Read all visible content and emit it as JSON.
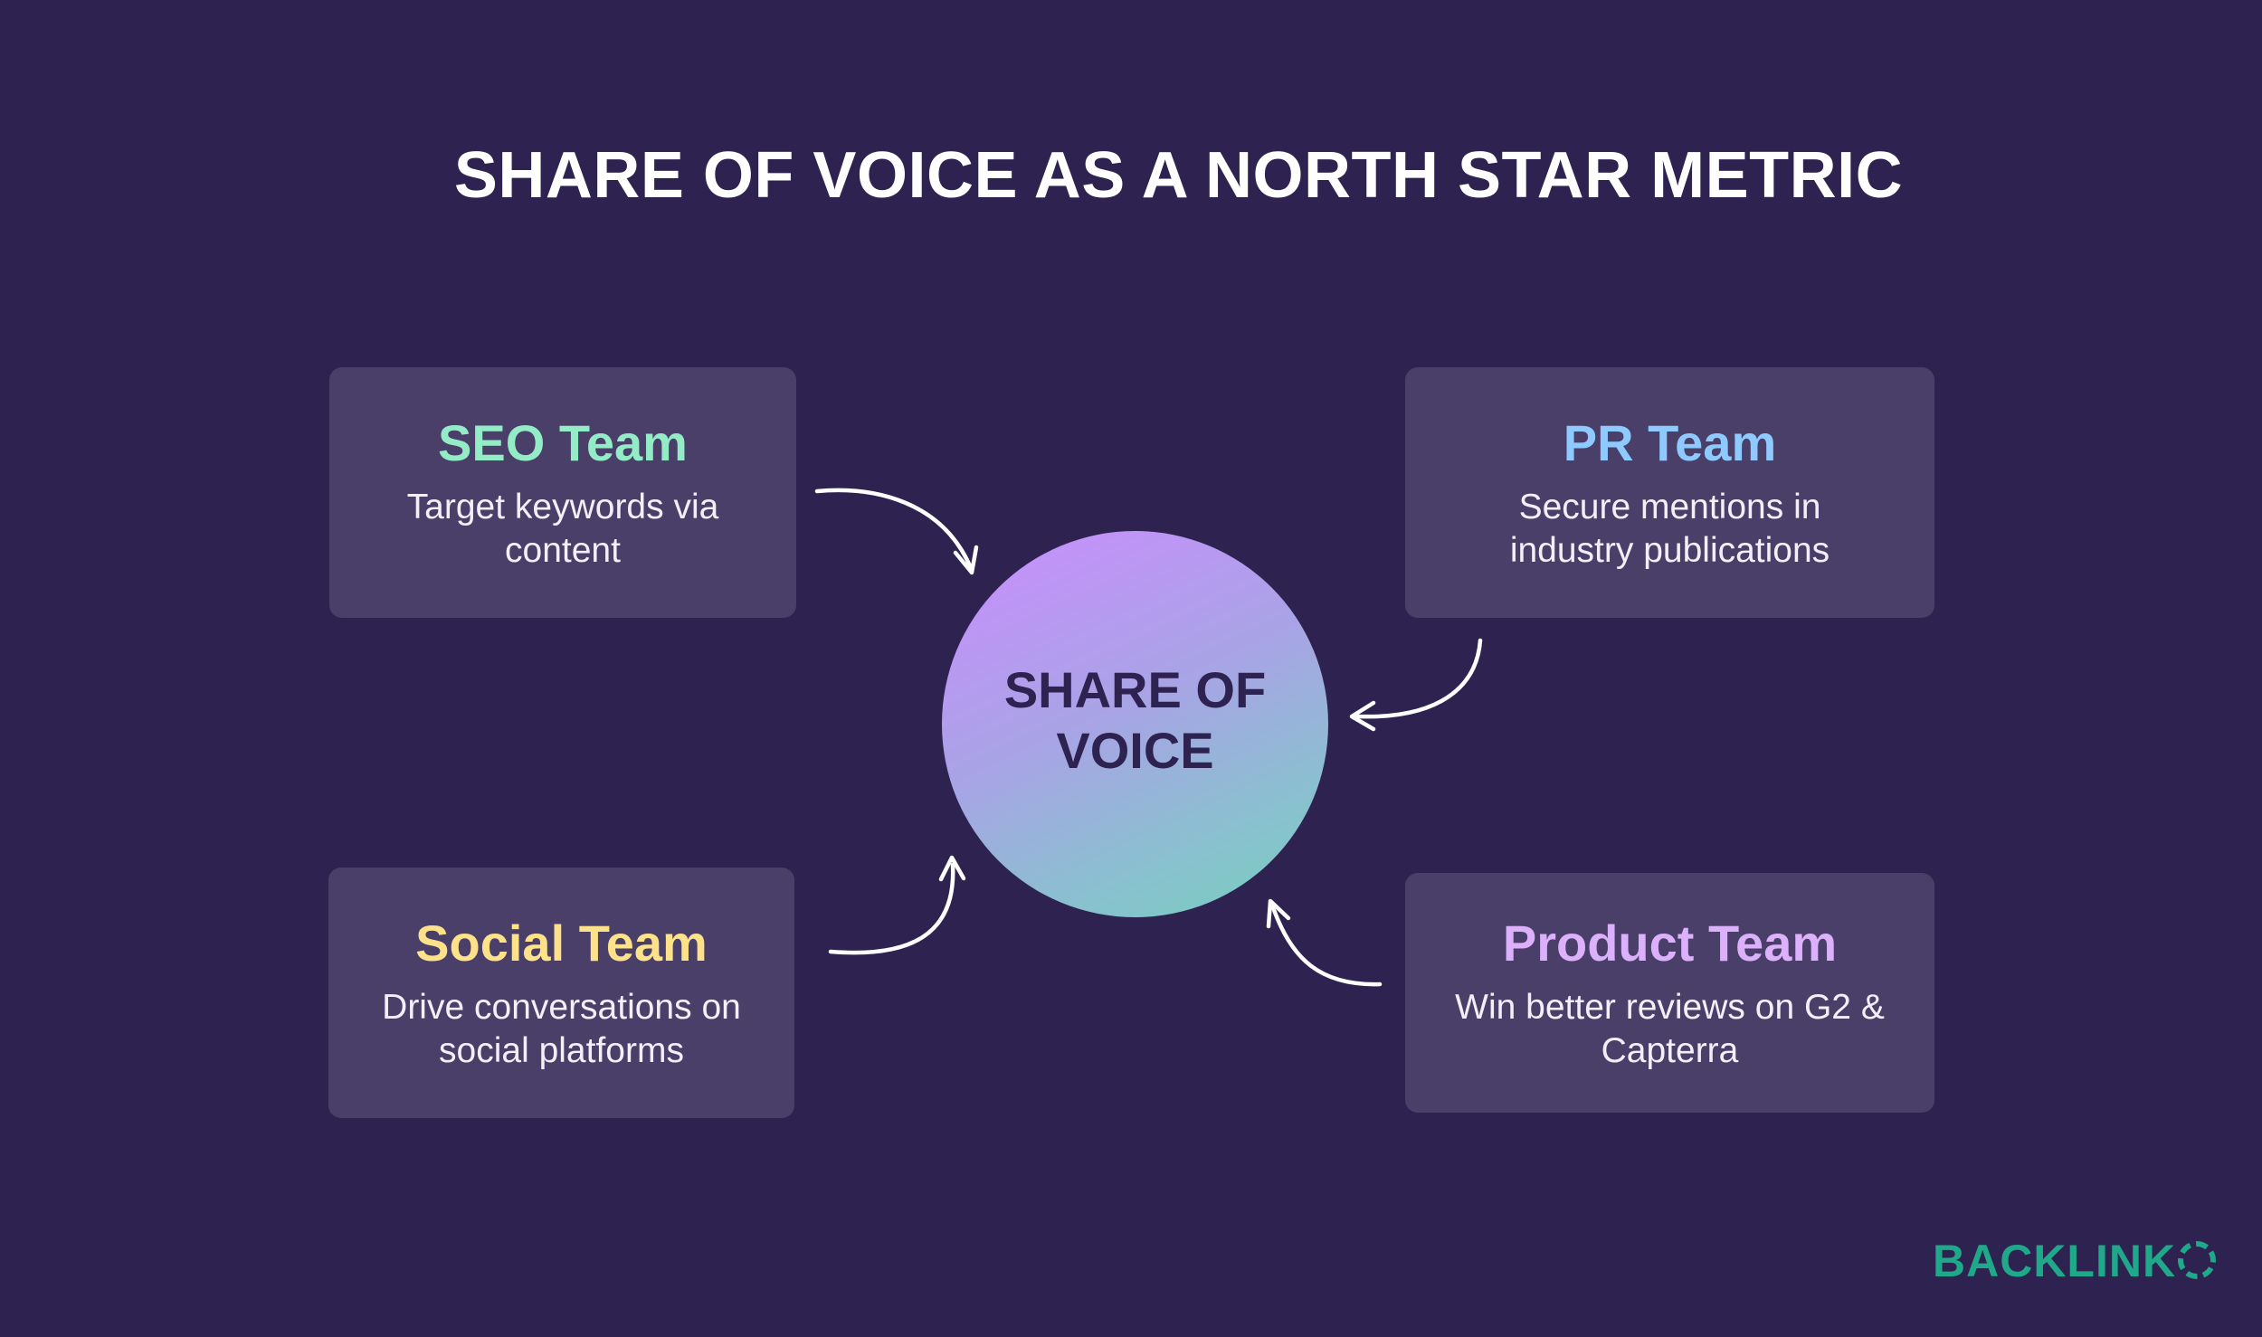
{
  "title": "SHARE OF VOICE AS A NORTH STAR METRIC",
  "center": {
    "label": "SHARE OF\nVOICE"
  },
  "cards": {
    "seo": {
      "title": "SEO Team",
      "description": "Target keywords via content",
      "color": "#94ecc7"
    },
    "pr": {
      "title": "PR Team",
      "description": "Secure mentions in industry publications",
      "color": "#8ec9ff"
    },
    "social": {
      "title": "Social Team",
      "description": "Drive conversations on social platforms",
      "color": "#fde28a"
    },
    "product": {
      "title": "Product Team",
      "description": "Win better reviews on G2 & Capterra",
      "color": "#dcb0fb"
    }
  },
  "logo": {
    "text": "BACKLINK",
    "icon": "ring-o-icon",
    "color": "#1fa88a"
  },
  "colors": {
    "background": "#2e2350",
    "card": "#4a3f68",
    "arrow": "#ffffff"
  }
}
